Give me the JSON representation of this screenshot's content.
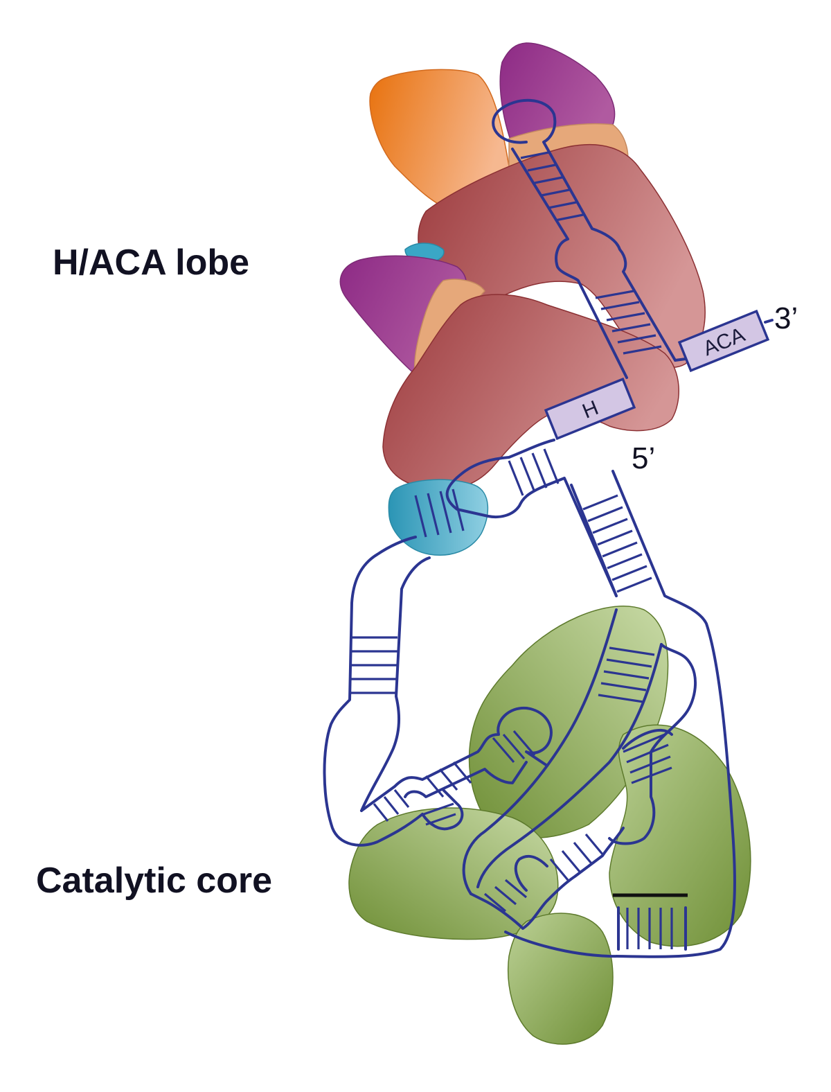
{
  "labels": {
    "haca_lobe": "H/ACA lobe",
    "catalytic_core": "Catalytic core",
    "end_3": "3’",
    "end_5": "5’",
    "box_h": "H",
    "box_aca": "ACA"
  },
  "colors": {
    "rna_line": "#2b3591",
    "box_fill": "#d3c6e4",
    "red_protein": "#a8494a",
    "purple_protein": "#9a3a90",
    "orange_protein": "#ef8a3a",
    "peach_protein": "#e6a87a",
    "teal_protein": "#3aa7c6",
    "green_protein": "#8aa456"
  }
}
